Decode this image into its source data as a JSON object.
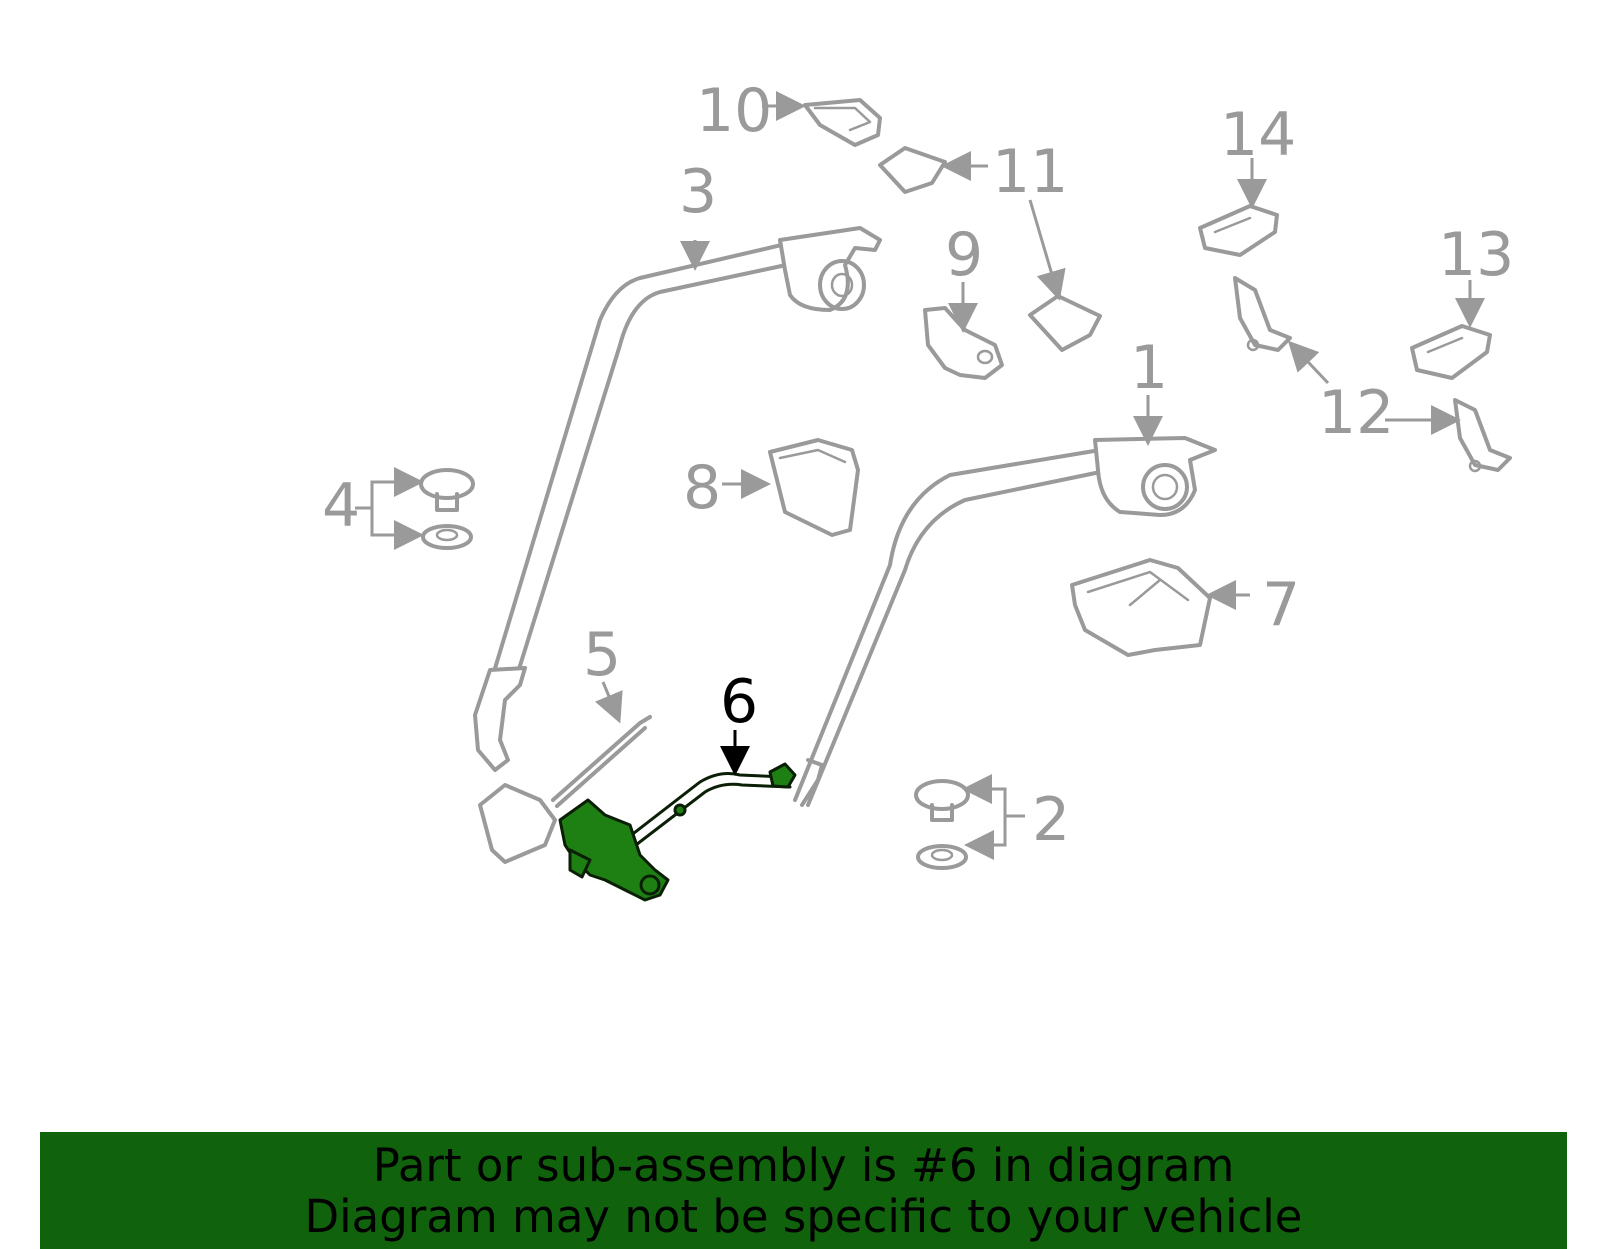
{
  "diagram": {
    "labels": {
      "l1": "1",
      "l2": "2",
      "l3": "3",
      "l4": "4",
      "l5": "5",
      "l6": "6",
      "l7": "7",
      "l8": "8",
      "l9": "9",
      "l10": "10",
      "l11": "11",
      "l12": "12",
      "l13": "13",
      "l14": "14"
    },
    "highlighted_part": "6",
    "colors": {
      "part_outline": "#9a9a9a",
      "highlight_fill": "#1e7f12",
      "highlight_outline": "#0a1f05",
      "banner": "#11620c"
    }
  },
  "banner": {
    "line1": "Part or sub-assembly is #6 in diagram",
    "line2": "Diagram may not be specific to your vehicle"
  }
}
